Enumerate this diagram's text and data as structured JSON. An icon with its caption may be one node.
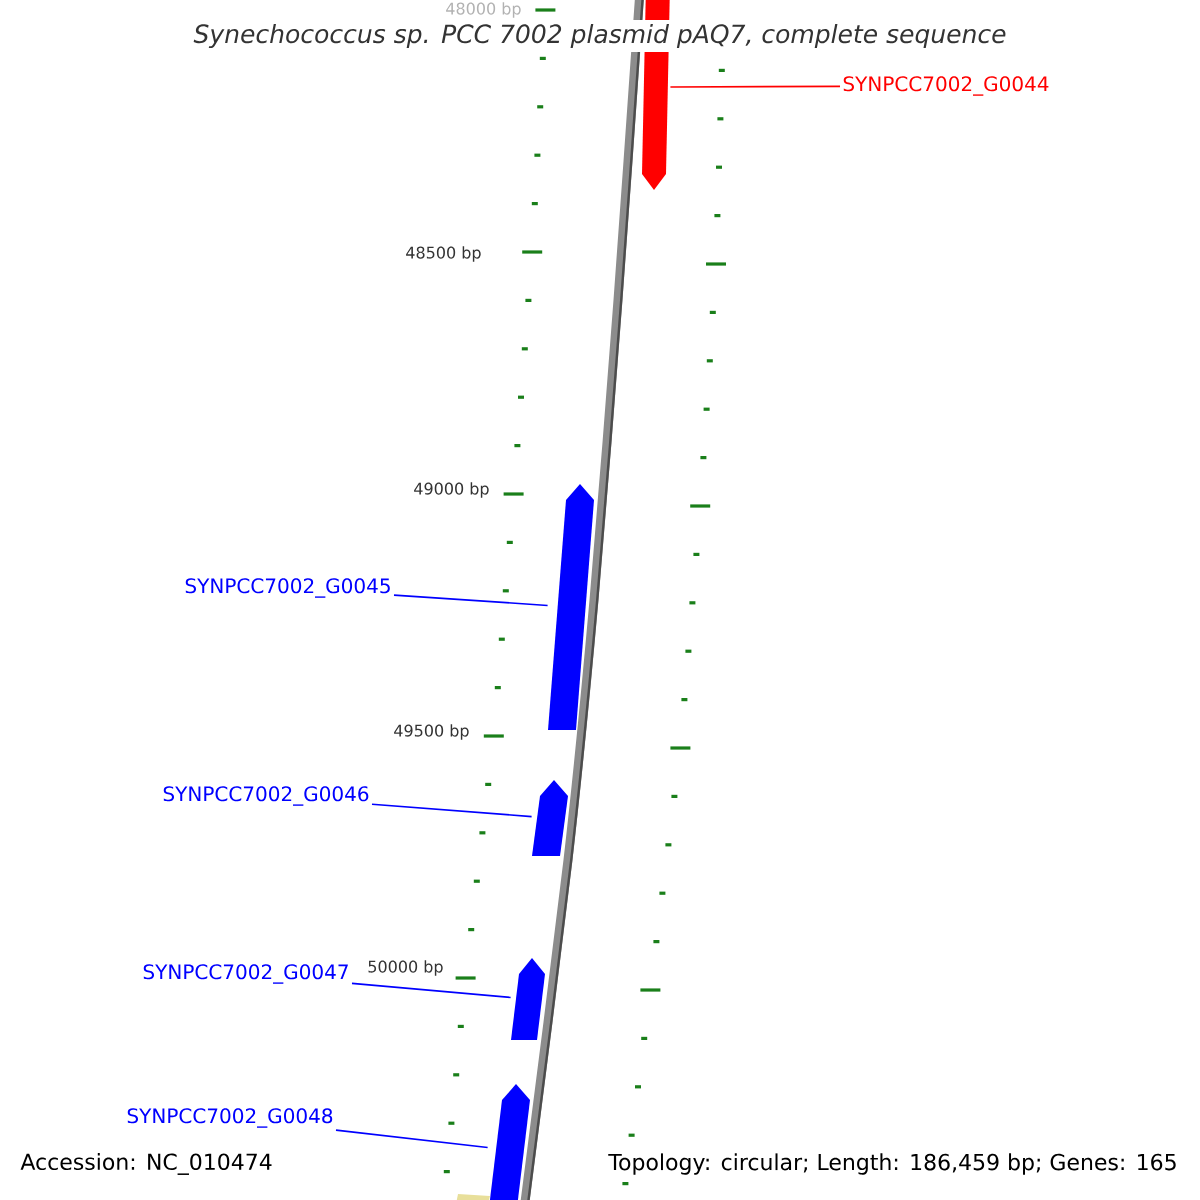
{
  "diagram": {
    "title": "Synechococcus sp. PCC 7002 plasmid pAQ7, complete sequence",
    "nodes": [
      {
        "text": [
          "SYNPCC7002_G0044"
        ]
      },
      {
        "text": [],
        "shape": "arrow"
      },
      {
        "text": [
          "SYNPCC7002_G0045"
        ]
      },
      {
        "text": [],
        "shape": "arrow"
      },
      {
        "text": [
          "SYNPCC7002_G0046"
        ]
      },
      {
        "text": [],
        "shape": "arrow"
      },
      {
        "text": [
          "SYNPCC7002_G0047"
        ]
      },
      {
        "text": [],
        "shape": "arrow"
      },
      {
        "text": [
          "SYNPCC7002_G0048"
        ]
      },
      {
        "text": [],
        "shape": "arrow"
      }
    ],
    "edges": [
      {
        "from": 0,
        "to": 1,
        "arrow": "none",
        "color": "#ff0000"
      },
      {
        "from": 2,
        "to": 3,
        "arrow": "none"
      },
      {
        "from": 4,
        "to": 5,
        "arrow": "none"
      },
      {
        "from": 6,
        "to": 7,
        "arrow": "none"
      },
      {
        "from": 8,
        "to": 9,
        "arrow": "none"
      }
    ],
    "labels": [
      "48000 bp",
      "48500 bp",
      "49000 bp",
      "49500 bp",
      "50000 bp",
      "Accession: NC_010474",
      "Topology: circular; Length: 186,459 bp; Genes: 165"
    ]
  }
}
